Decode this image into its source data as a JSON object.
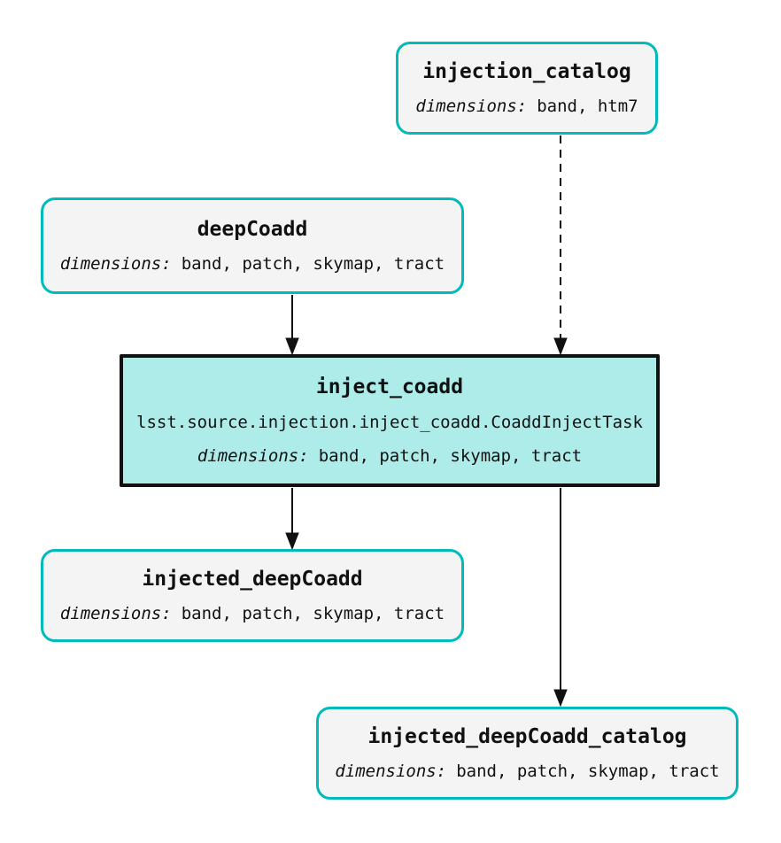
{
  "diagram": {
    "kind": "pipeline-graph",
    "colors": {
      "dataset_border": "#00babc",
      "dataset_fill": "#f4f4f4",
      "task_fill": "#aeecea",
      "task_border": "#111111",
      "edge": "#111111",
      "background": "#ffffff"
    },
    "nodes": {
      "injection_catalog": {
        "title": "injection_catalog",
        "dims_label": "dimensions:",
        "dims": "band, htm7"
      },
      "deepCoadd": {
        "title": "deepCoadd",
        "dims_label": "dimensions:",
        "dims": "band, patch, skymap, tract"
      },
      "inject_coadd": {
        "title": "inject_coadd",
        "task_class": "lsst.source.injection.inject_coadd.CoaddInjectTask",
        "dims_label": "dimensions:",
        "dims": "band, patch, skymap, tract"
      },
      "injected_deepCoadd": {
        "title": "injected_deepCoadd",
        "dims_label": "dimensions:",
        "dims": "band, patch, skymap, tract"
      },
      "injected_deepCoadd_catalog": {
        "title": "injected_deepCoadd_catalog",
        "dims_label": "dimensions:",
        "dims": "band, patch, skymap, tract"
      }
    },
    "edges": [
      {
        "from": "injection_catalog",
        "to": "inject_coadd",
        "style": "dashed"
      },
      {
        "from": "deepCoadd",
        "to": "inject_coadd",
        "style": "solid"
      },
      {
        "from": "inject_coadd",
        "to": "injected_deepCoadd",
        "style": "solid"
      },
      {
        "from": "inject_coadd",
        "to": "injected_deepCoadd_catalog",
        "style": "solid"
      }
    ]
  }
}
